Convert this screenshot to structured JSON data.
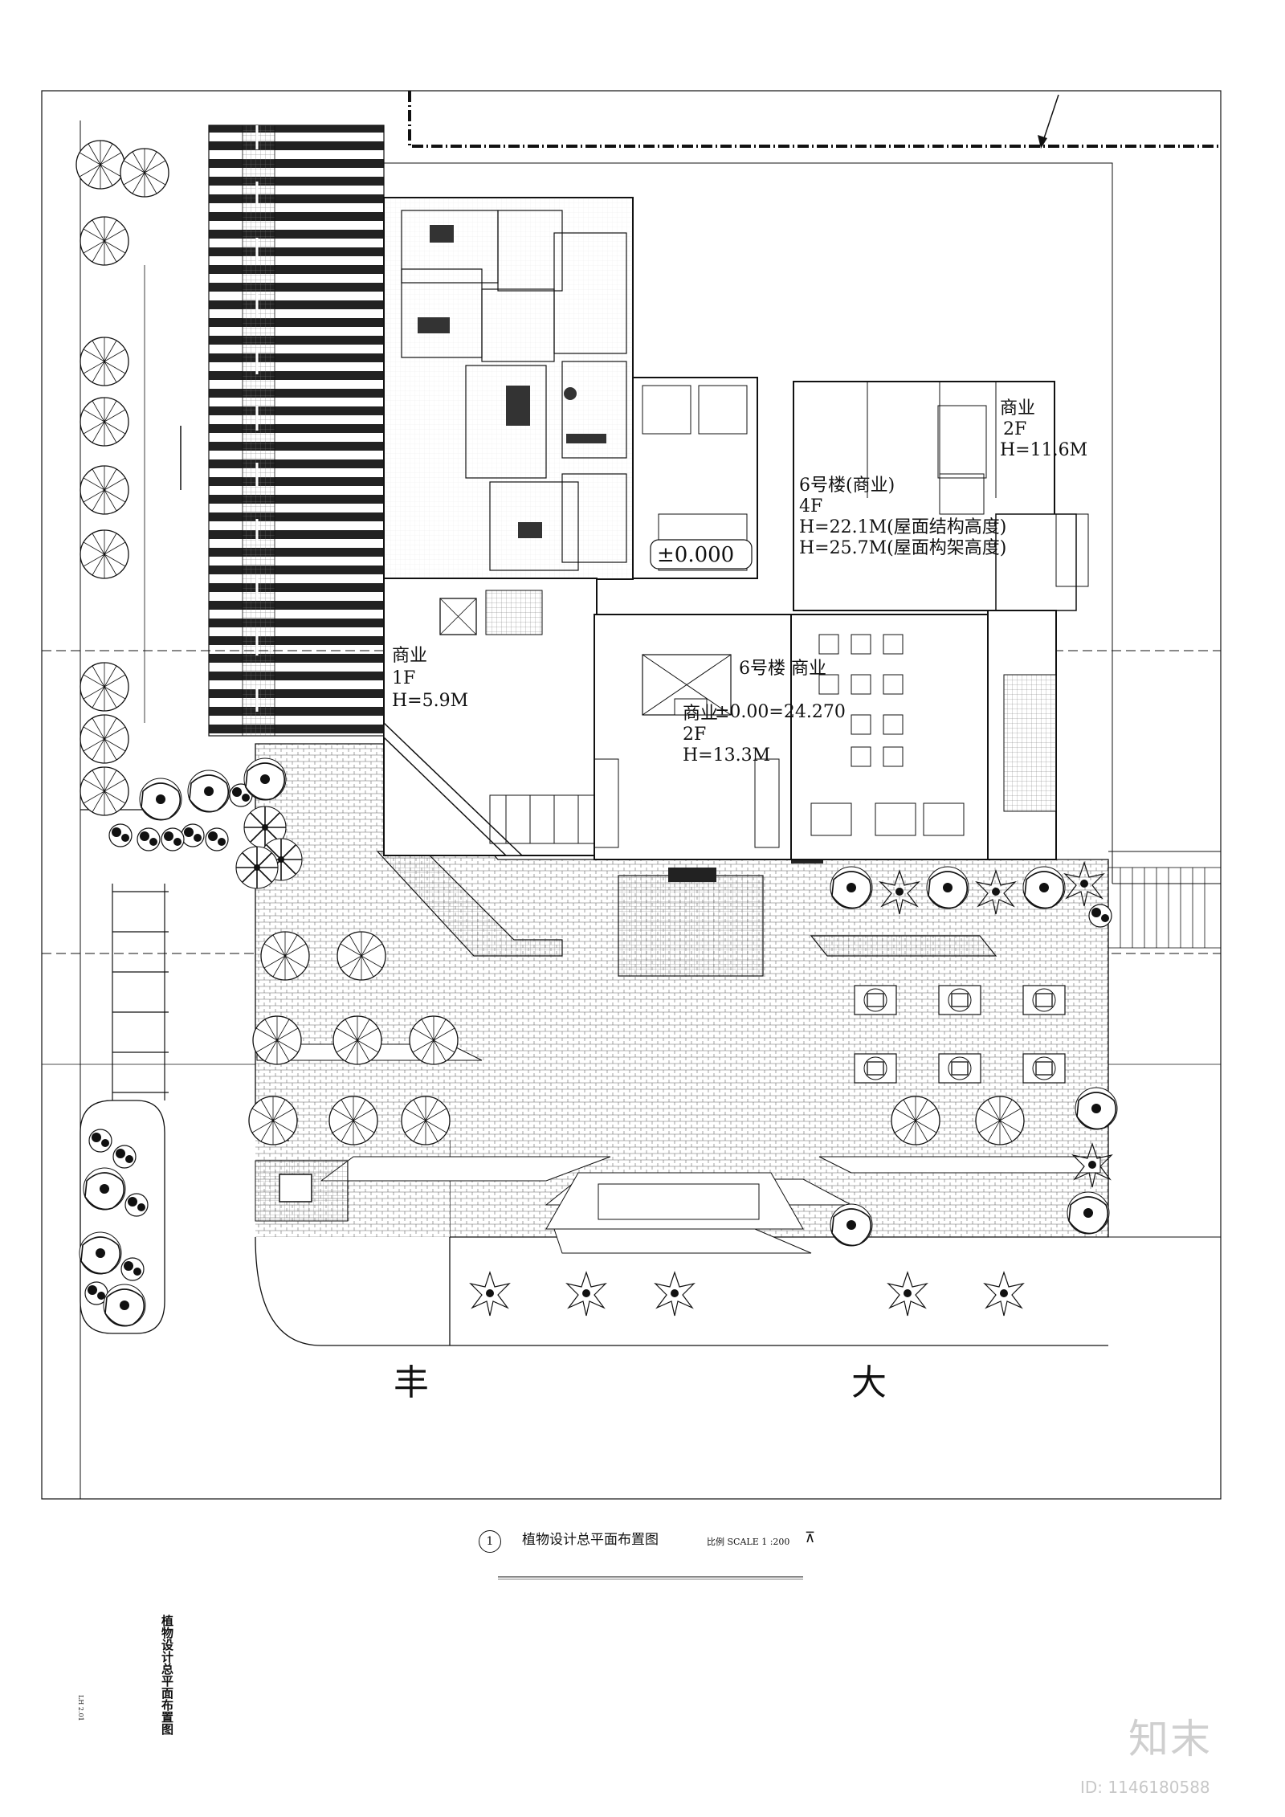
{
  "labels": {
    "bld6_top": [
      "6号楼(商业)",
      "4F",
      "H=22.1M(屋面结构高度)",
      "H=25.7M(屋面构架高度)"
    ],
    "commercial_2f_right": [
      "商业",
      "2F",
      "H=11.6M"
    ],
    "zero_level": "±0.000",
    "commercial_1f_left": [
      "商业",
      "1F",
      "H=5.9M"
    ],
    "bld6_center": "6号楼 商业",
    "center_2f": [
      "商业",
      "2F",
      "H=13.3M"
    ],
    "level_mark": "±0.00=24.270"
  },
  "road": {
    "char_left": "丰",
    "char_right": "大"
  },
  "title_block": {
    "number": "1",
    "title": "植物设计总平面布置图",
    "scale": "比例 SCALE 1 :200"
  },
  "side": {
    "title": "植物设计总平面布置图",
    "code": "LH 2.01"
  },
  "watermark": {
    "logo": "知末",
    "id": "ID: 1146180588"
  },
  "colors": {
    "line": "#111111",
    "hatch": "#444444",
    "watermark": "#d0d0d0"
  }
}
